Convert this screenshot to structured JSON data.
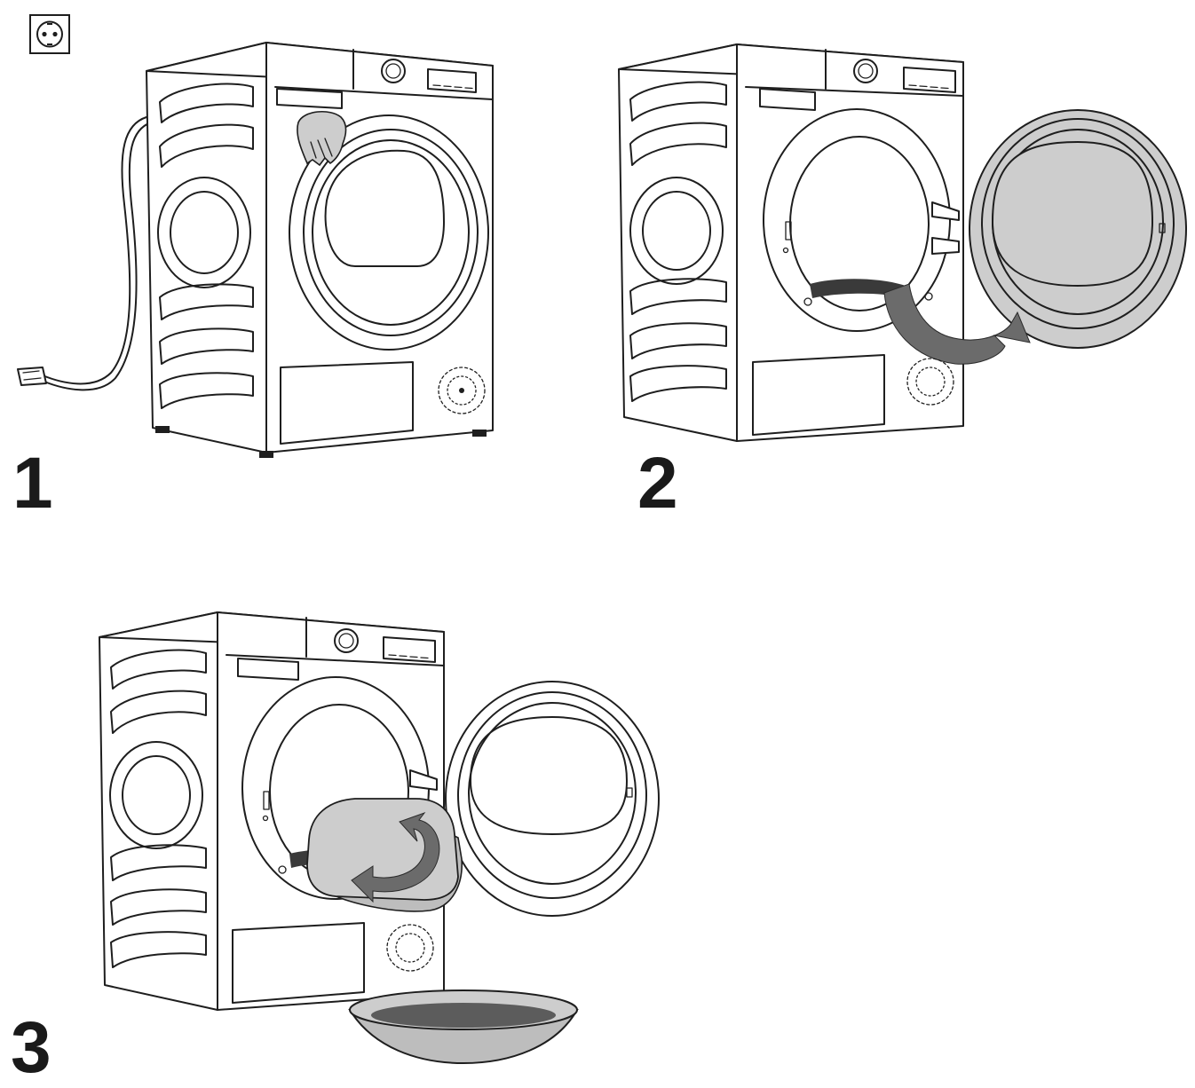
{
  "steps": [
    {
      "label": "1",
      "icon": "power-socket-icon"
    },
    {
      "label": "2"
    },
    {
      "label": "3"
    }
  ],
  "colors": {
    "line": "#1e1e1e",
    "fill_grey": "#cdcdcd",
    "arrow": "#6b6b6b",
    "water": "#5c5c5c"
  }
}
